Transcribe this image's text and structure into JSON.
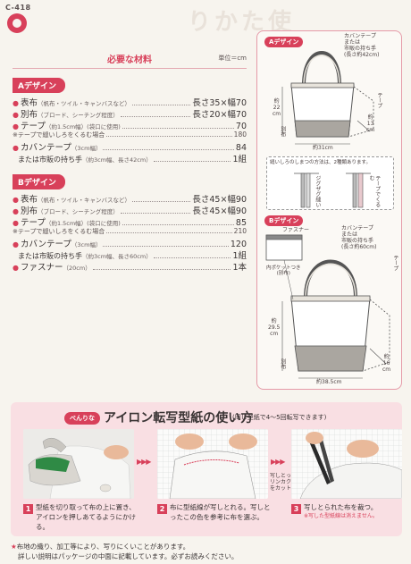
{
  "header": {
    "code": "C-418",
    "ghost_title": "りかた使"
  },
  "materials": {
    "title": "必要な材料",
    "unit": "単位＝cm",
    "design_a": {
      "label": "Aデザイン",
      "rows": [
        {
          "name": "表布",
          "sub": "（帆布・ツイル・キャンバスなど）",
          "value": "長さ35×幅70"
        },
        {
          "name": "別布",
          "sub": "（ブロード、シーチング程度）",
          "value": "長さ20×幅70"
        },
        {
          "name": "テープ",
          "sub": "（約1.5cm幅）(袋口に使用)",
          "value": "70"
        }
      ],
      "note1": {
        "name": "※テープで縫いしろをくるむ場合",
        "value": "180"
      },
      "handle": {
        "name": "カバンテープ",
        "sub": "（3cm幅）",
        "value": "84"
      },
      "alt": {
        "name": "または市販の持ち手",
        "sub": "（約3cm幅、長さ42cm）",
        "value": "1組"
      }
    },
    "design_b": {
      "label": "Bデザイン",
      "rows": [
        {
          "name": "表布",
          "sub": "（帆布・ツイル・キャンバスなど）",
          "value": "長さ45×幅90"
        },
        {
          "name": "別布",
          "sub": "（ブロード、シーチング程度）",
          "value": "長さ45×幅90"
        },
        {
          "name": "テープ",
          "sub": "（約1.5cm幅）(袋口に使用)",
          "value": "85"
        }
      ],
      "note1": {
        "name": "※テープで縫いしろをくるむ場合",
        "value": "210"
      },
      "handle": {
        "name": "カバンテープ",
        "sub": "（3cm幅）",
        "value": "120"
      },
      "alt": {
        "name": "または市販の持ち手",
        "sub": "（約3cm幅、長さ60cm）",
        "value": "1組"
      },
      "zipper": {
        "name": "ファスナー",
        "sub": "（20cm）",
        "value": "1本"
      }
    }
  },
  "diagram": {
    "a_label": "Aデザイン",
    "a_handle_note": "カバンテープ\nまたは\n市販の持ち手\n(長さ約42cm)",
    "a_tape": "テープ",
    "a_height": "約\n22\ncm",
    "a_depth": "約\n13\ncm",
    "a_width": "約31cm",
    "a_lining": "別布",
    "seam_note": "縫いしろのしまつの方法は、2種類あります。",
    "zigzag": "ジグザグ縫い",
    "tape_wrap": "テープでくるむ",
    "b_label": "Bデザイン",
    "b_zipper": "ファスナー",
    "b_pocket": "内ポケットつき\n(別布)",
    "b_handle_note": "カバンテープ\nまたは\n市販の持ち手\n(長さ約60cm)",
    "b_tape": "テープ",
    "b_height": "約\n29.5\ncm",
    "b_depth": "約\n16\ncm",
    "b_width": "約38.5cm",
    "b_lining": "別布"
  },
  "iron": {
    "tag": "べんりな",
    "title": "アイロン転写型紙の使い方",
    "subtitle": "(同じ型紙で4～5回転写できます)",
    "cut_label": "写しとった\nリンカク線\nをカット",
    "steps": [
      {
        "num": "1",
        "text": "型紙を切り取って布の上に置き、アイロンを押しあてるようにかける。"
      },
      {
        "num": "2",
        "text": "布に型紙線が写しとれる。写しとったこの色を参考に布を選ぶ。"
      },
      {
        "num": "3",
        "text": "写しとられた布を裁つ。",
        "note": "※写した型紙線は消えません。"
      }
    ]
  },
  "footer": {
    "line1": "布地の織り、加工等により、写りにくいことがあります。",
    "line2": "詳しい説明はパッケージの中面に記載しています。必ずお読みください。"
  },
  "colors": {
    "accent": "#d8405a",
    "pale_pink": "#f9dfe3"
  }
}
